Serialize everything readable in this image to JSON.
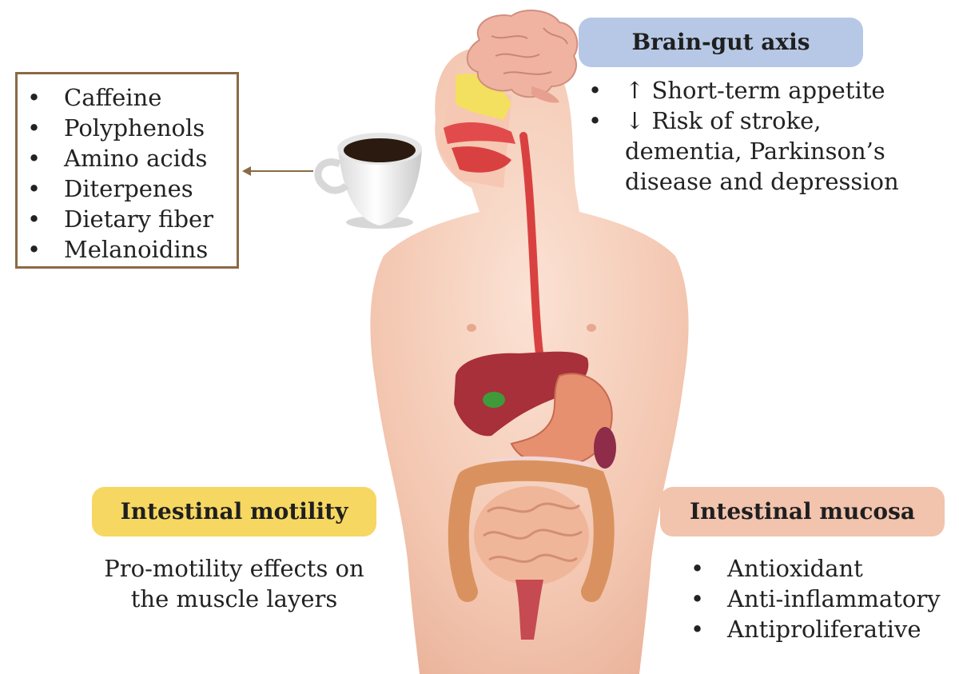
{
  "colors": {
    "compound_border": "#8b6a45",
    "brain_gut_pill": "#b7c8e6",
    "motility_pill": "#f6d761",
    "mucosa_pill": "#f2c3ad",
    "arrow": "#8b6a45"
  },
  "compounds": {
    "items": [
      "Caffeine",
      "Polyphenols",
      "Amino acids",
      "Diterpenes",
      "Dietary fiber",
      "Melanoidins"
    ]
  },
  "brain_gut": {
    "title": "Brain-gut axis",
    "items": [
      "↑ Short-term appetite",
      "↓ Risk of stroke, dementia, Parkinson’s disease and depression"
    ]
  },
  "motility": {
    "title": "Intestinal motility",
    "description": "Pro-motility effects on the muscle layers"
  },
  "mucosa": {
    "title": "Intestinal mucosa",
    "items": [
      "Antioxidant",
      "Anti-inflammatory",
      "Antiproliferative"
    ]
  },
  "bullet_glyph": "•"
}
